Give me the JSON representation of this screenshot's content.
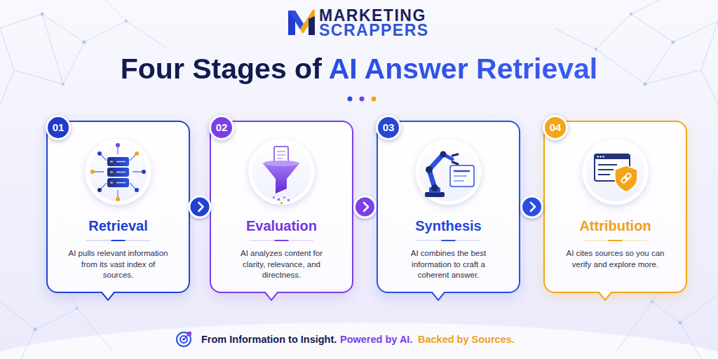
{
  "diagram": {
    "title": "Four Stages of AI Answer Retrieval",
    "nodes": [
      {
        "text": [
          "Retrieval",
          "AI pulls relevant information from its vast index of sources."
        ]
      },
      {
        "text": [
          "01"
        ],
        "in": 0
      },
      {
        "text": [
          "Evaluation",
          "AI analyzes content for clarity, relevance, and directness."
        ]
      },
      {
        "text": [
          "02"
        ],
        "in": 2
      },
      {
        "text": [
          "Synthesis",
          "AI combines the best information to craft a coherent answer."
        ]
      },
      {
        "text": [
          "03"
        ],
        "in": 4
      },
      {
        "text": [
          "Attribution",
          "AI cites sources so you can verify and explore more."
        ]
      },
      {
        "text": [
          "04"
        ],
        "in": 6
      }
    ],
    "edges": [
      {
        "from": 0,
        "to": 2,
        "arrow": "to"
      },
      {
        "from": 2,
        "to": 4,
        "arrow": "to"
      },
      {
        "from": 4,
        "to": 6,
        "arrow": "to"
      }
    ],
    "labels": [
      "MARKETING",
      "SCRAPPERS",
      "From Information to Insight.",
      "Powered by AI.",
      "Backed by Sources."
    ]
  }
}
